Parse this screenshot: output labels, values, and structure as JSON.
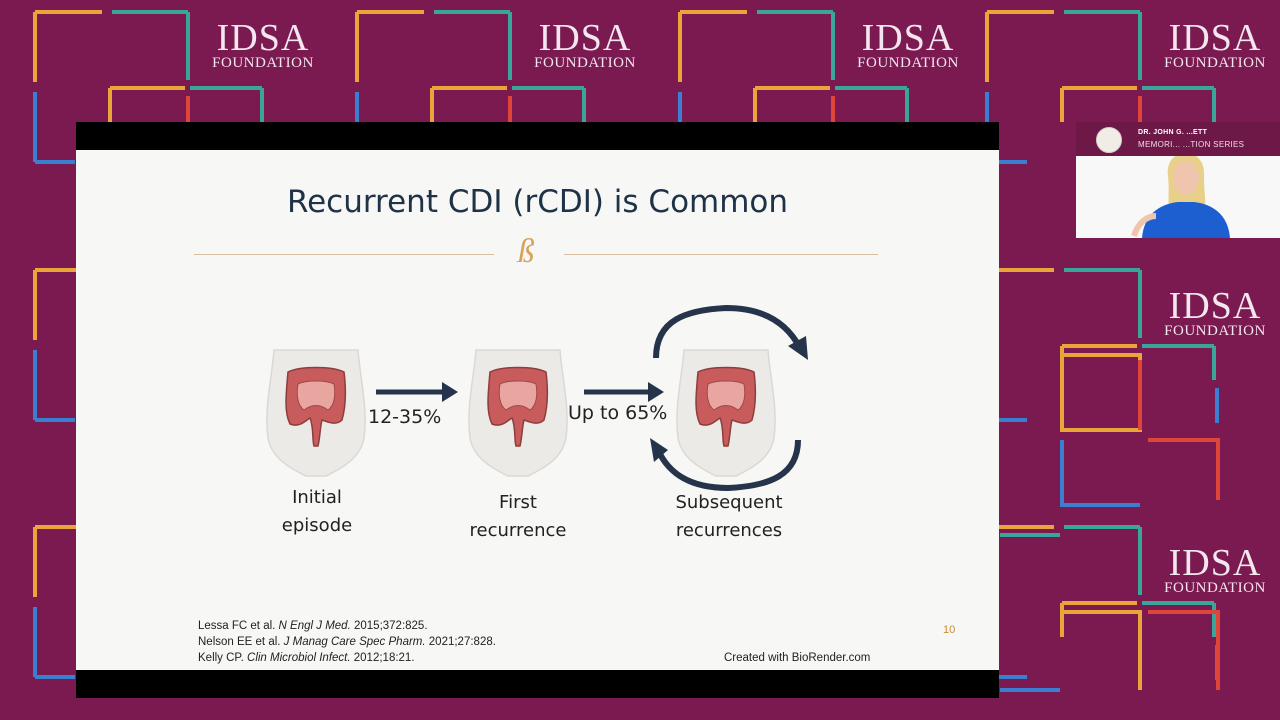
{
  "background": {
    "color": "#7b1a50",
    "logo": {
      "line1": "IDSA",
      "line2": "FOUNDATION"
    }
  },
  "slide": {
    "title": "Recurrent CDI (rCDI) is Common",
    "ornament": "ß",
    "stages": [
      {
        "label_line1": "Initial",
        "label_line2": "episode"
      },
      {
        "label_line1": "First",
        "label_line2": "recurrence"
      },
      {
        "label_line1": "Subsequent",
        "label_line2": "recurrences"
      }
    ],
    "transitions": [
      {
        "label": "12-35%"
      },
      {
        "label": "Up to 65%"
      }
    ],
    "references": [
      {
        "authors": "Lessa FC et al.",
        "journal": "N Engl J Med.",
        "details": "2015;372:825."
      },
      {
        "authors": "Nelson EE et al.",
        "journal": "J Manag Care Spec Pharm.",
        "details": "2021;27:828."
      },
      {
        "authors": "Kelly CP.",
        "journal": "Clin Microbiol Infect.",
        "details": "2012;18:21."
      }
    ],
    "page_number": "10",
    "credit": "Created with BioRender.com"
  },
  "webcam": {
    "header_line1": "DR. JOHN G. ...ETT",
    "header_line2": "MEMORI... ...TION SERIES",
    "speaker_dress_color": "#1d5fd0"
  }
}
